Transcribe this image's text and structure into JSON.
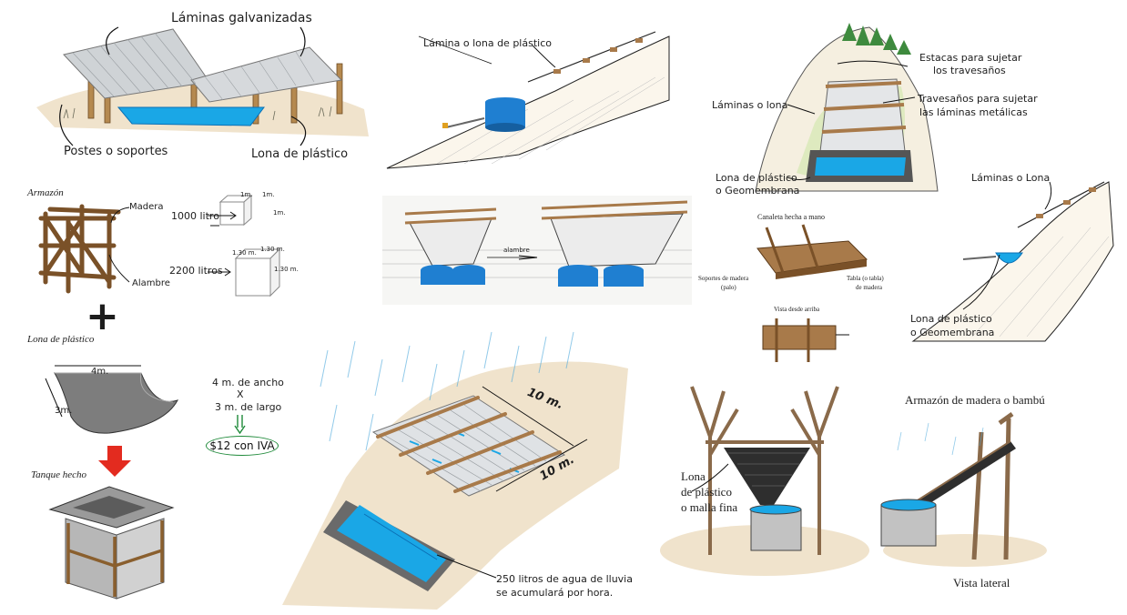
{
  "colors": {
    "water": "#1aa7e6",
    "water_dark": "#0a6fb5",
    "tank_blue": "#1f7fd1",
    "sand": "#f0e3cc",
    "wood": "#a87a4a",
    "metal": "#cfd3d6",
    "plastic_dark": "#4a4a4a",
    "arrow_red": "#e32b1f",
    "badge_green": "#1f8a3a"
  },
  "panel_top_left": {
    "roof_label": "Láminas galvanizadas",
    "posts_label": "Postes o soportes",
    "tarp_label": "Lona de plástico"
  },
  "panel_left": {
    "frame_title": "Armazón",
    "wood_label": "Madera",
    "wire_label": "Alambre",
    "small_tank_liters": "1000 litros",
    "small_dim_a": "1m.",
    "small_dim_b": "1m.",
    "small_dim_c": "1m.",
    "big_tank_liters": "2200 litros",
    "big_dim_a": "1.30 m.",
    "big_dim_b": "1.30 m.",
    "big_dim_c": "1.30 m.",
    "plus_sign": "+",
    "tarp_title": "Lona de plástico",
    "tarp_width": "4m.",
    "tarp_length": "3m.",
    "spec_line1": "4 m. de ancho",
    "spec_line2": "X",
    "spec_line3": "3 m. de largo",
    "price": "$12 con IVA",
    "result_title": "Tanque hecho"
  },
  "panel_slope": {
    "label": "Lámina o lona de plástico"
  },
  "panel_troughs": {
    "wire_label": "alambre"
  },
  "panel_center": {
    "dim_top": "10 m.",
    "dim_side": "10 m.",
    "note_line1": "250 litros de agua de lluvia",
    "note_line2": "se acumulará por hora."
  },
  "panel_hill": {
    "stakes_line1": "Estacas para sujetar",
    "stakes_line2": "los travesaños",
    "crossbars_line1": "Travesaños para sujetar",
    "crossbars_line2": "las láminas metálicas",
    "sheets_label": "Láminas o lona",
    "liner_line1": "Lona de plástico",
    "liner_line2": "o Geomembrana"
  },
  "panel_gutter": {
    "title": "Canaleta hecha a mano",
    "supports_line1": "Soportes de madera",
    "supports_line2": "(palo)",
    "board_line1": "Tabla (o tabla)",
    "board_line2": "de madera",
    "top_view": "Vista desde arriba"
  },
  "panel_right_slope": {
    "sheets_label": "Láminas o Lona",
    "liner_line1": "Lona de plástico",
    "liner_line2": "o Geomembrana"
  },
  "panel_bottom_right": {
    "frame_title": "Armazón de madera o bambú",
    "mesh_line1": "Lona",
    "mesh_line2": "de plástico",
    "mesh_line3": "o malla fina",
    "side_view": "Vista lateral"
  }
}
